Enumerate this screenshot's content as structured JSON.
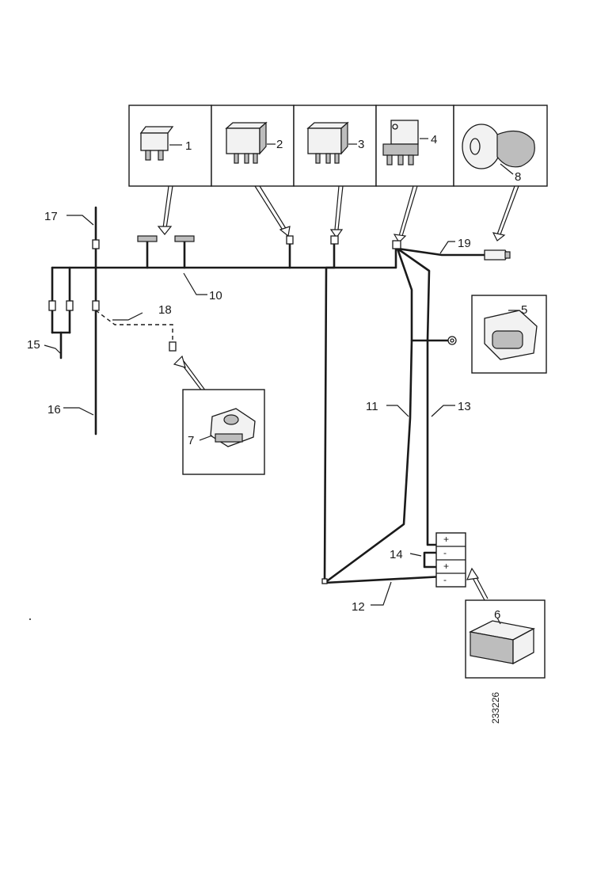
{
  "diagram": {
    "callouts": {
      "c1": "1",
      "c2": "2",
      "c3": "3",
      "c4": "4",
      "c5": "5",
      "c6": "6",
      "c7": "7",
      "c8": "8",
      "c10": "10",
      "c11": "11",
      "c12": "12",
      "c13": "13",
      "c14": "14",
      "c15": "15",
      "c16": "16",
      "c17": "17",
      "c18": "18",
      "c19": "19"
    },
    "battery_terminals": [
      "+",
      "-",
      "+",
      "-"
    ],
    "drawing_number": "233226"
  }
}
